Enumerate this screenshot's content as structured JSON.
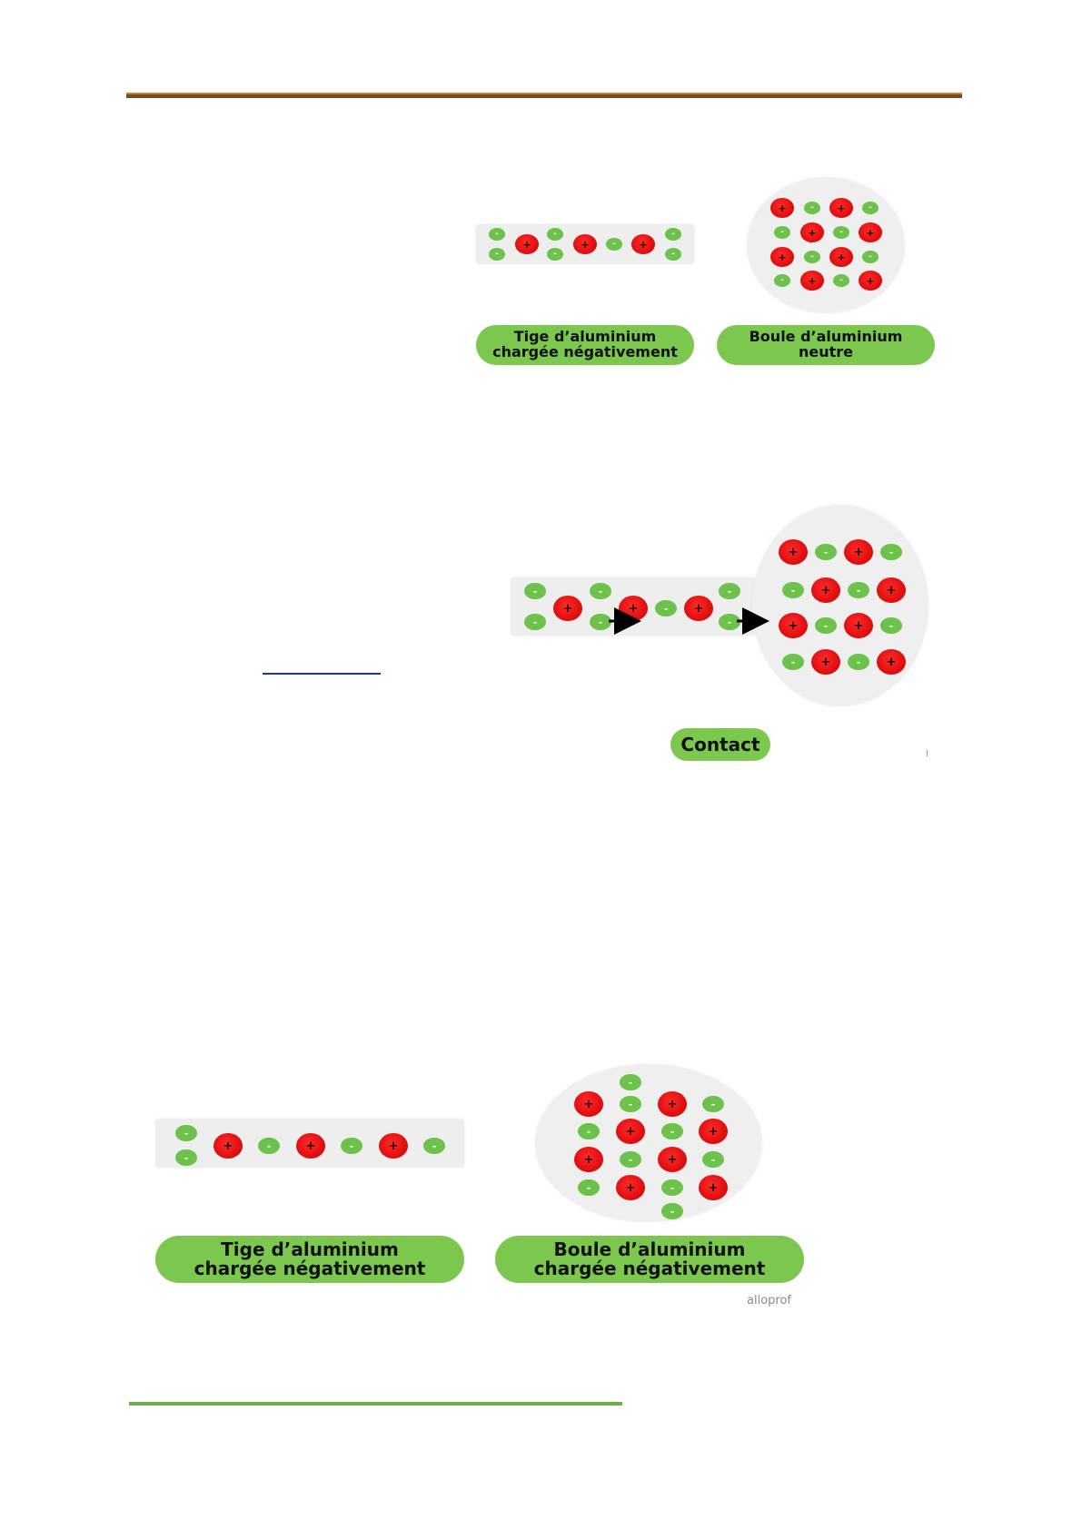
{
  "colors": {
    "proton": "#e01010",
    "electron": "#6cc24a",
    "label_background": "#7cc84f",
    "object_background": "#eeeeee"
  },
  "symbols": {
    "positive": "+",
    "negative": "-"
  },
  "figure1": {
    "rod_label_line1": "Tige d’aluminium",
    "rod_label_line2": "chargée négativement",
    "ball_label_line1": "Boule d’aluminium",
    "ball_label_line2": "neutre"
  },
  "figure2": {
    "contact_label": "Contact"
  },
  "figure3": {
    "rod_label_line1": "Tige d’aluminium",
    "rod_label_line2": "chargée négativement",
    "ball_label_line1": "Boule d’aluminium",
    "ball_label_line2": "chargée négativement",
    "credit": "alloprof"
  }
}
